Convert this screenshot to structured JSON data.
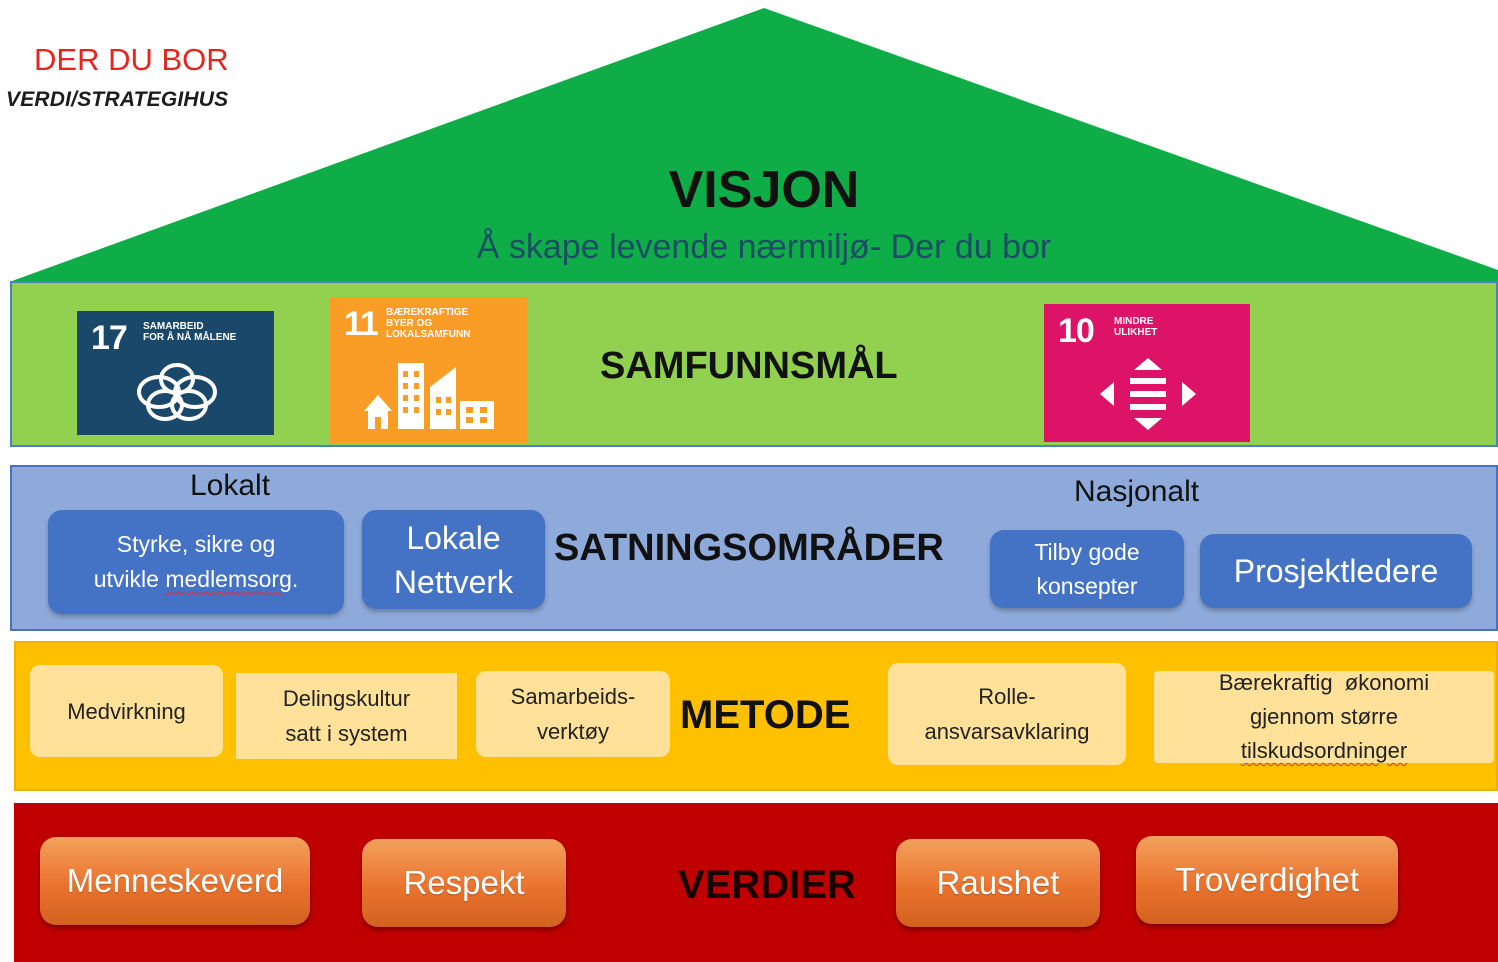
{
  "header": {
    "title": "DER DU BOR",
    "subtitle": "VERDI/STRATEGIHUS"
  },
  "vision": {
    "title": "VISJON",
    "text": "Å skape levende nærmiljø- Der du bor"
  },
  "samfunnsmal": {
    "label": "SAMFUNNSMÅL",
    "goals": [
      {
        "number": "17",
        "caption_line1": "SAMARBEID",
        "caption_line2": "FOR Å NÅ MÅLENE",
        "caption_line3": "",
        "color": "#19486a",
        "icon": "interlinked-rings-icon"
      },
      {
        "number": "11",
        "caption_line1": "BÆREKRAFTIGE",
        "caption_line2": "BYER OG",
        "caption_line3": "LOKALSAMFUNN",
        "color": "#f99d26",
        "icon": "city-buildings-icon"
      },
      {
        "number": "10",
        "caption_line1": "MINDRE",
        "caption_line2": "ULIKHET",
        "caption_line3": "",
        "color": "#dd1367",
        "icon": "equality-arrows-icon"
      }
    ]
  },
  "satningsomrader": {
    "label": "SATNINGSOMRÅDER",
    "local_heading": "Lokalt",
    "national_heading": "Nasjonalt",
    "local_items": [
      {
        "line1": "Styrke, sikre og",
        "line2": "utvikle ",
        "line2_underlined": "medlemsorg",
        "line2_end": "."
      },
      {
        "line1": "Lokale",
        "line2": "Nettverk"
      }
    ],
    "national_items": [
      {
        "line1": "Tilby gode",
        "line2": "konsepter"
      },
      {
        "line1": "Prosjektledere"
      }
    ]
  },
  "metode": {
    "label": "METODE",
    "items": [
      {
        "line1": "Medvirkning"
      },
      {
        "line1": "Delingskultur",
        "line2": "satt i system"
      },
      {
        "line1": "Samarbeids-",
        "line2": "verktøy"
      },
      {
        "line1": "Rolle-",
        "line2": "ansvarsavklaring"
      },
      {
        "line1": "Bærekraftig  økonomi",
        "line2": "gjennom større",
        "line3": "tilskudsordninger"
      }
    ]
  },
  "verdier": {
    "label": "VERDIER",
    "items": [
      "Menneskeverd",
      "Respekt",
      "Raushet",
      "Troverdighet"
    ]
  },
  "colors": {
    "roof": "#0ead47",
    "samfunnsmal_band": "#92d050",
    "satningsomrader_band": "#8eaadb",
    "metode_band": "#ffc000",
    "verdier_band": "#c00000",
    "title_red": "#e8231d"
  }
}
